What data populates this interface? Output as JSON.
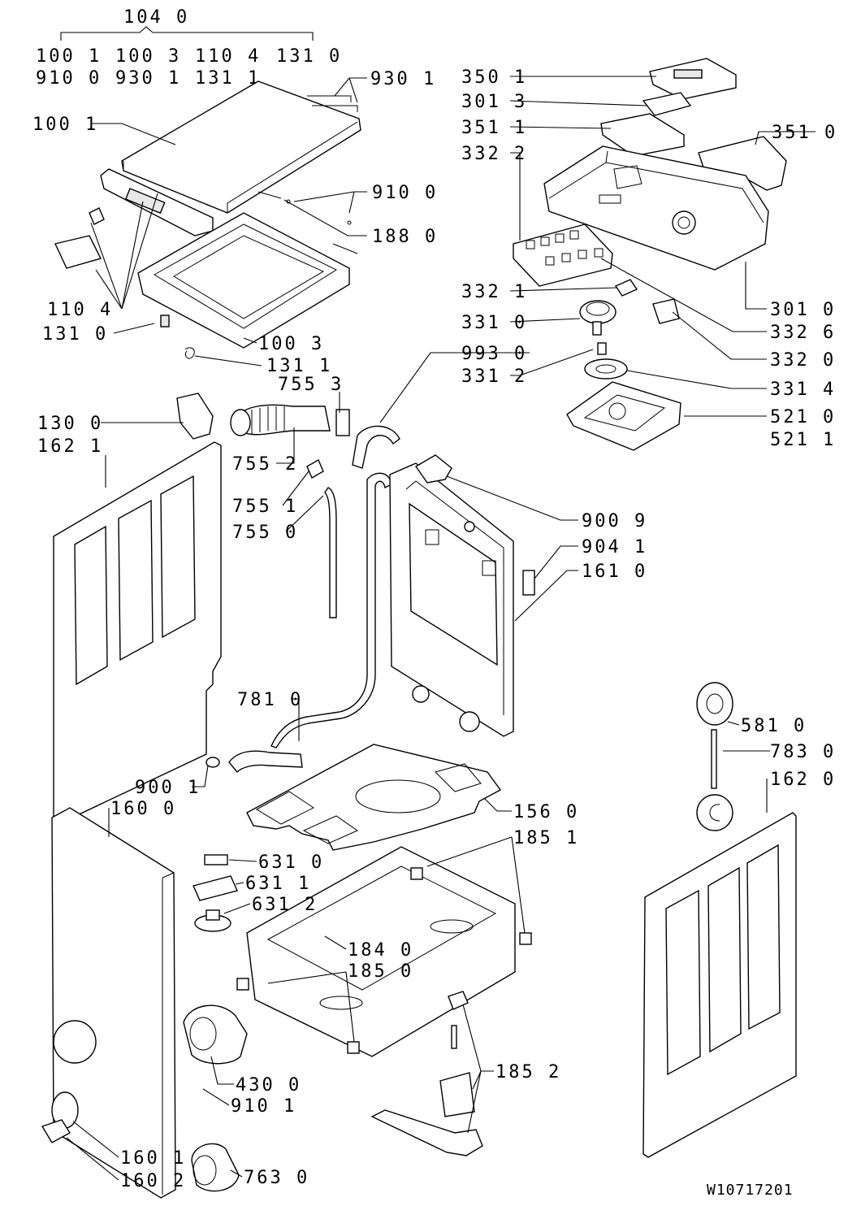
{
  "drawing_ref": "W10717201",
  "group": {
    "title": "104 0",
    "row1": [
      "100 1",
      "100 3",
      "110 4",
      "131 0"
    ],
    "row2": [
      "910 0",
      "930 1",
      "131 1"
    ]
  },
  "labels": {
    "l9301": "930 1",
    "l1001": "100 1",
    "l9100": "910 0",
    "l1880": "188 0",
    "l1104": "110 4",
    "l1310": "131 0",
    "l1003": "100 3",
    "l1311": "131 1",
    "l3501": "350 1",
    "l3013": "301 3",
    "l3511": "351 1",
    "l3510": "351 0",
    "l3322": "332 2",
    "l3321": "332 1",
    "l3310": "331 0",
    "l3010": "301 0",
    "l3326": "332 6",
    "l9930": "993 0",
    "l3312": "331 2",
    "l3320": "332 0",
    "l3314": "331 4",
    "l7553": "755 3",
    "l1300": "130 0",
    "l1621": "162 1",
    "l7552": "755 2",
    "l5210": "521 0",
    "l5211": "521 1",
    "l7551": "755 1",
    "l7550": "755 0",
    "l9009": "900 9",
    "l9041": "904 1",
    "l1610": "161 0",
    "l7810": "781 0",
    "l5810": "581 0",
    "l7830": "783 0",
    "l1620": "162 0",
    "l9001": "900 1",
    "l1600": "160 0",
    "l1560": "156 0",
    "l1851": "185 1",
    "l6310": "631 0",
    "l6311": "631 1",
    "l6312": "631 2",
    "l1840": "184 0",
    "l1850": "185 0",
    "l1852": "185 2",
    "l4300": "430 0",
    "l9101": "910 1",
    "l1601": "160 1",
    "l1602": "160 2",
    "l7630": "763 0"
  }
}
